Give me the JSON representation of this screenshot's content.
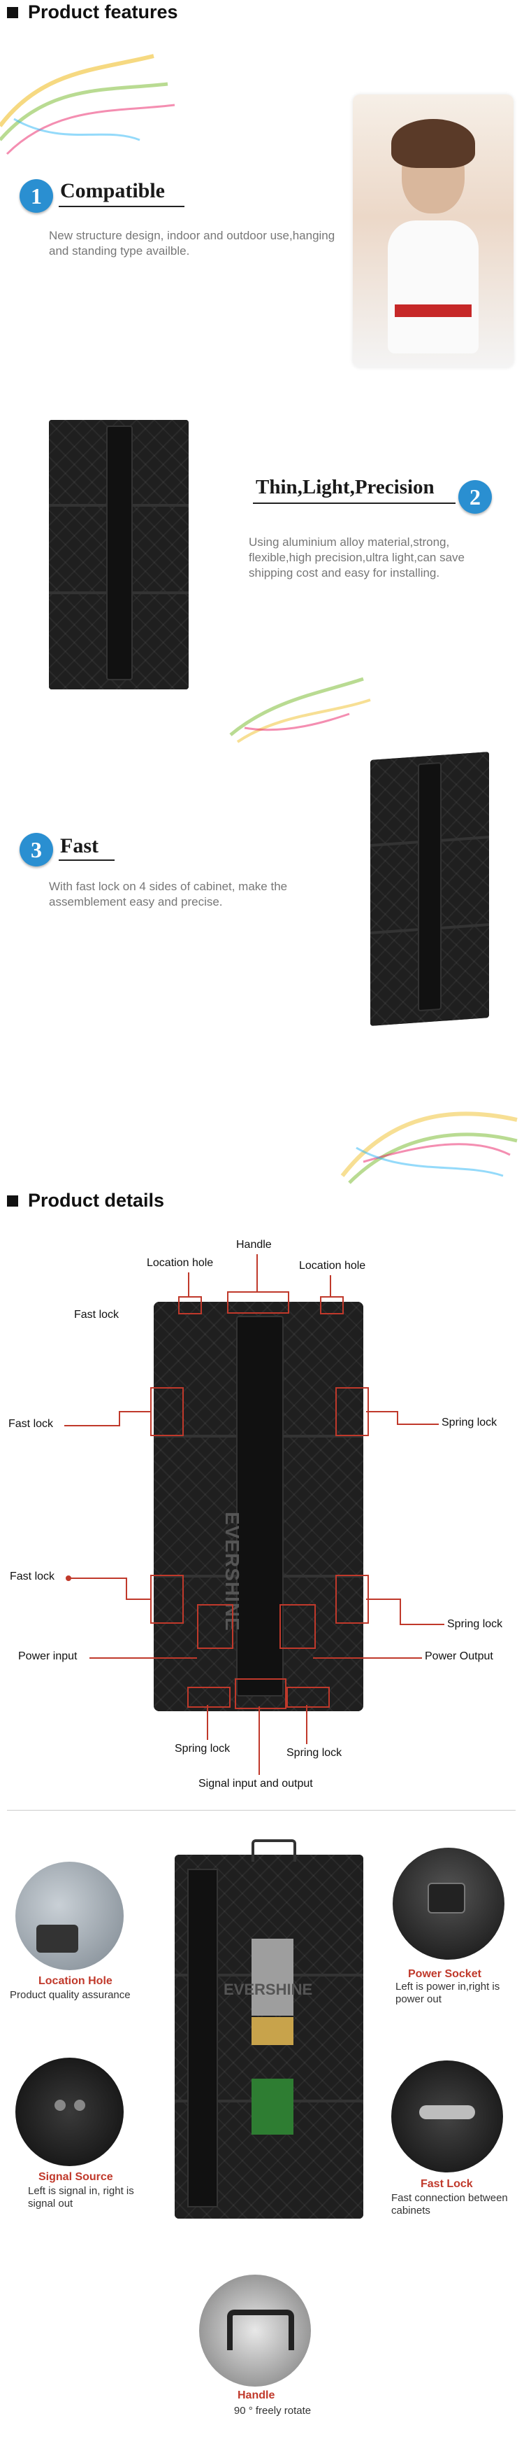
{
  "features": {
    "heading": "Product features",
    "items": [
      {
        "num": "1",
        "title": "Compatible",
        "desc": "New structure design, indoor and outdoor use,hanging and standing type availble."
      },
      {
        "num": "2",
        "title": "Thin,Light,Precision",
        "desc": "Using aluminium alloy material,strong, flexible,high precision,ultra light,can save shipping cost and easy for installing."
      },
      {
        "num": "3",
        "title": "Fast",
        "desc": "With fast lock on 4 sides of cabinet, make the assemblement easy and precise."
      }
    ]
  },
  "details": {
    "heading": "Product details",
    "brand": "EVERSHINE",
    "callouts": {
      "handle": "Handle",
      "location_hole_left": "Location hole",
      "location_hole_right": "Location hole",
      "fast_lock_top": "Fast lock",
      "fast_lock_left": "Fast lock",
      "fast_lock_bottom": "Fast lock",
      "spring_lock_right1": "Spring lock",
      "spring_lock_right2": "Spring lock",
      "spring_lock_bottom_left": "Spring lock",
      "spring_lock_bottom_right": "Spring lock",
      "power_input": "Power input",
      "power_output": "Power Output",
      "signal_io": "Signal input and output"
    },
    "closeups": [
      {
        "title": "Location Hole",
        "desc": "Product quality assurance"
      },
      {
        "title": "Power Socket",
        "desc": "Left is power in,right is power out"
      },
      {
        "title": "Signal Source",
        "desc": "Left is signal in, right is signal out"
      },
      {
        "title": "Fast Lock",
        "desc": "Fast connection between cabinets"
      },
      {
        "title": "Handle",
        "desc": "90 ° freely rotate"
      }
    ]
  }
}
